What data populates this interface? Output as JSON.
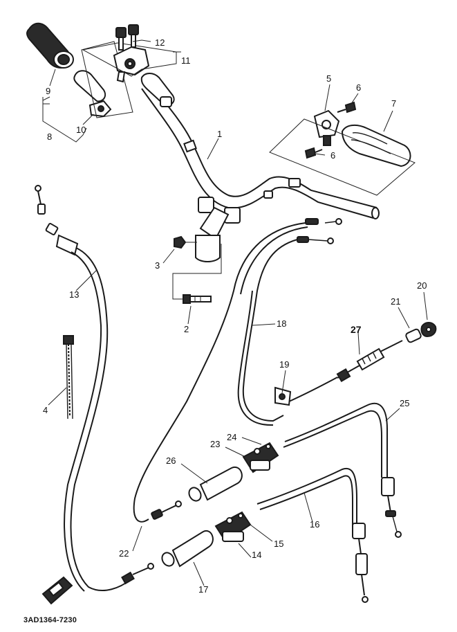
{
  "diagram": {
    "callouts": {
      "p1": "1",
      "p2": "2",
      "p3": "3",
      "p4": "4",
      "p5": "5",
      "p6a": "6",
      "p6b": "6",
      "p7": "7",
      "p8": "8",
      "p9": "9",
      "p10": "10",
      "p11": "11",
      "p12": "12",
      "p13": "13",
      "p14": "14",
      "p15": "15",
      "p16": "16",
      "p17": "17",
      "p18": "18",
      "p19": "19",
      "p20": "20",
      "p21": "21",
      "p22": "22",
      "p23": "23",
      "p24": "24",
      "p25": "25",
      "p26": "26",
      "p27": "27"
    },
    "drawing_code": "3AD1364-7230"
  }
}
